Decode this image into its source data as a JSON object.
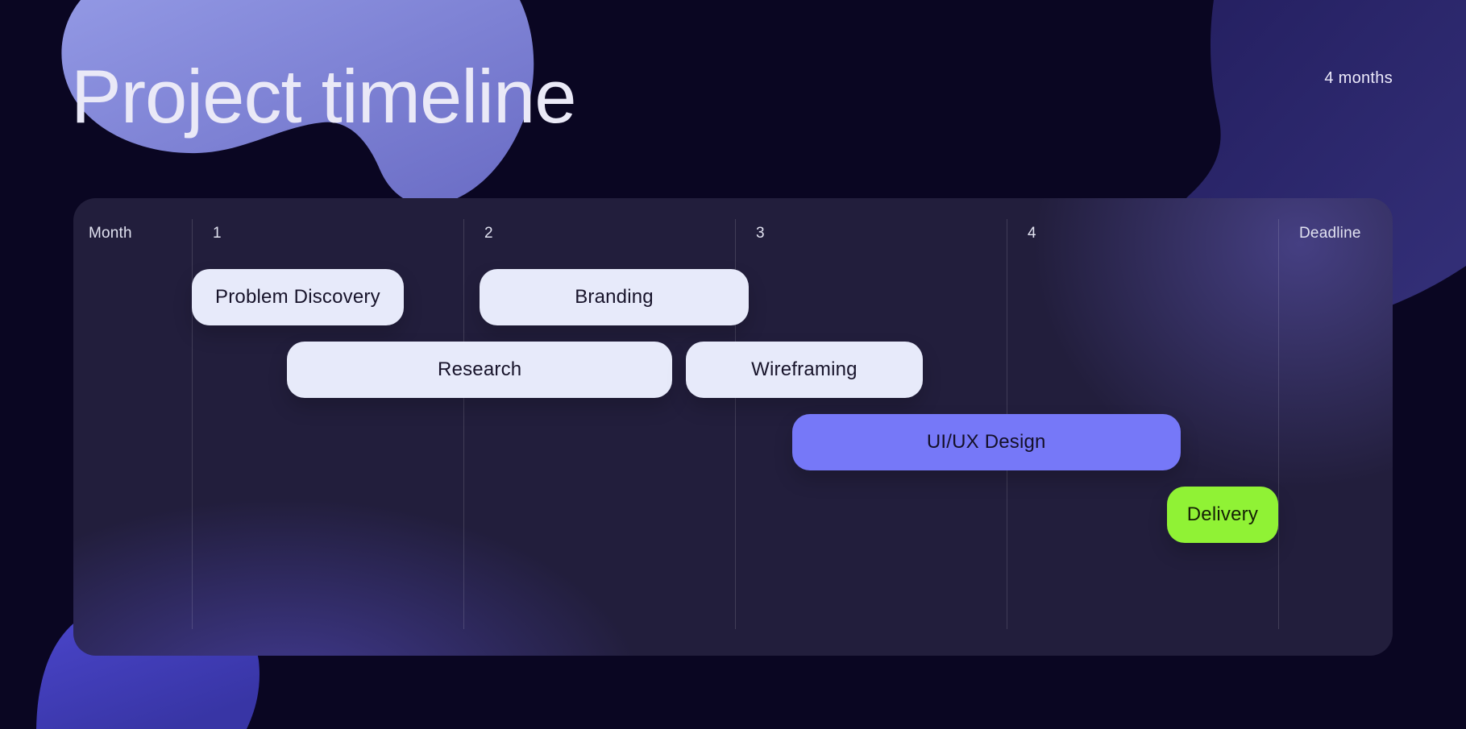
{
  "page": {
    "title": "Project timeline",
    "duration_badge": "4 months"
  },
  "colors": {
    "background": "#0a0622",
    "panel": "#221e3c",
    "grid_line": "rgba(255,255,255,0.14)",
    "title_text": "#eae9f7",
    "header_text": "#e2e3f1",
    "blob_top_left": [
      "#9298e4",
      "#696bc4"
    ],
    "blob_top_right": [
      "#241f60",
      "#343079"
    ],
    "blob_bottom_left": [
      "#4c47ce",
      "#3835a5"
    ]
  },
  "chart_data": {
    "type": "gantt",
    "title": "Project timeline",
    "duration_label": "4 months",
    "unit": "month",
    "axis": {
      "label": "Month",
      "ticks": [
        "1",
        "2",
        "3",
        "4"
      ],
      "end_label": "Deadline",
      "min": 1,
      "max": 5
    },
    "variant_colors": {
      "light": {
        "bg": "#e7eafa",
        "text": "#17132a"
      },
      "accent": {
        "bg": "#7678f8",
        "text": "#141028"
      },
      "green": {
        "bg": "#90f235",
        "text": "#152005"
      }
    },
    "tasks": [
      {
        "label": "Problem Discovery",
        "row": 0,
        "start": 1.0,
        "end": 1.78,
        "variant": "light"
      },
      {
        "label": "Branding",
        "row": 0,
        "start": 2.06,
        "end": 3.05,
        "variant": "light"
      },
      {
        "label": "Research",
        "row": 1,
        "start": 1.35,
        "end": 2.77,
        "variant": "light"
      },
      {
        "label": "Wireframing",
        "row": 1,
        "start": 2.82,
        "end": 3.69,
        "variant": "light"
      },
      {
        "label": "UI/UX Design",
        "row": 2,
        "start": 3.21,
        "end": 4.64,
        "variant": "accent"
      },
      {
        "label": "Delivery",
        "row": 3,
        "start": 4.59,
        "end": 5.0,
        "variant": "green"
      }
    ]
  }
}
